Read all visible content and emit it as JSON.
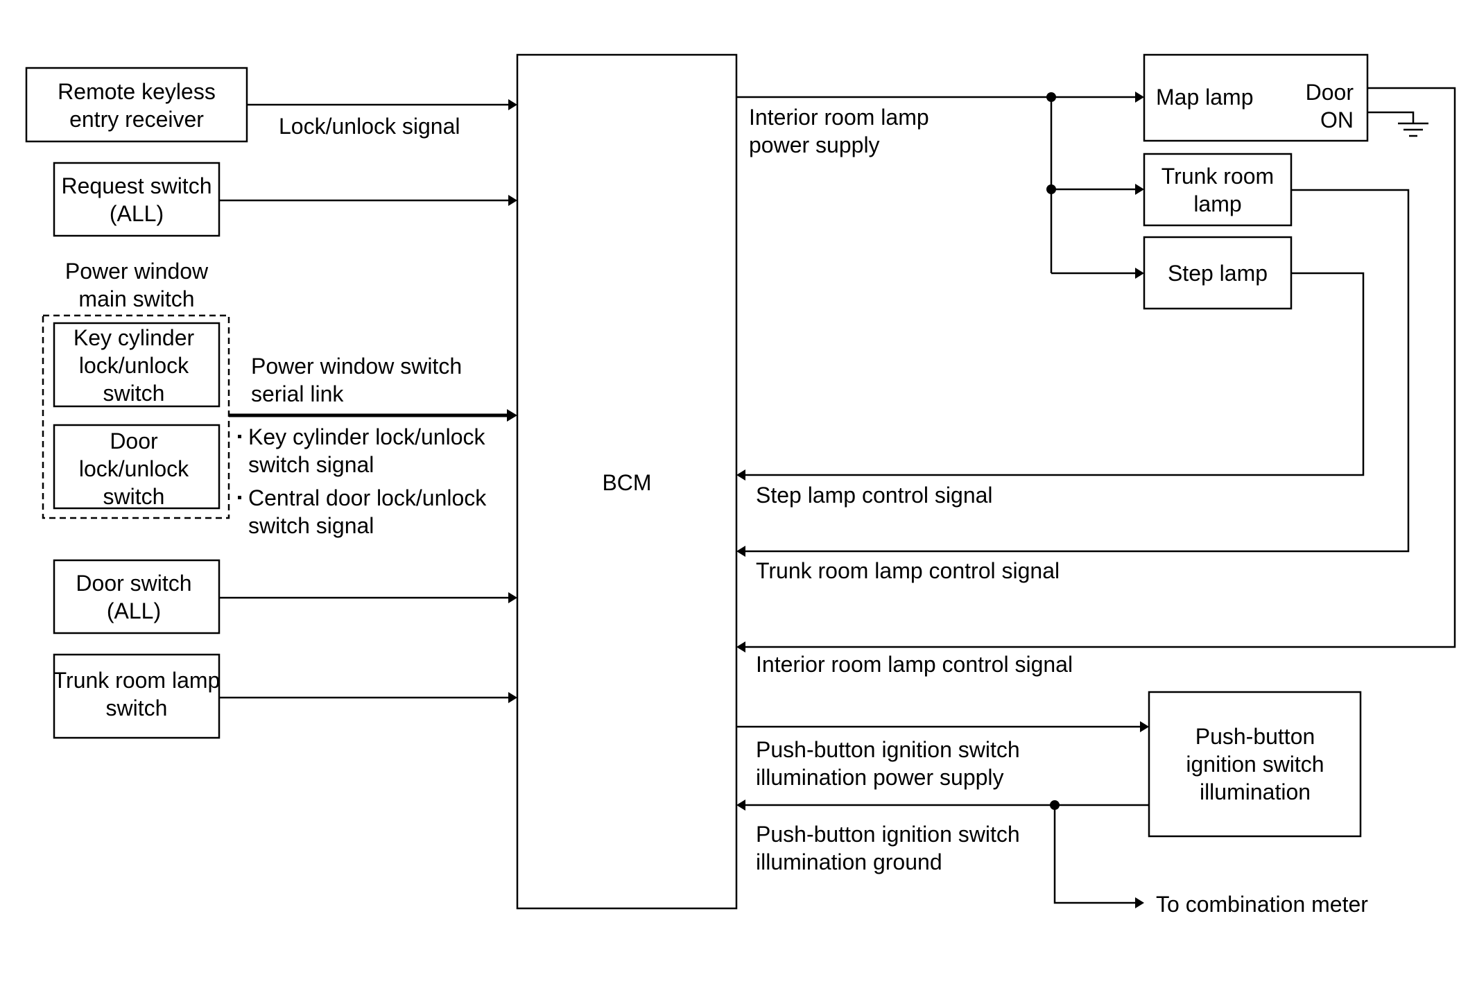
{
  "bcm": {
    "label": "BCM"
  },
  "inputs": {
    "remote_keyless": {
      "line1": "Remote keyless",
      "line2": "entry receiver"
    },
    "lock_unlock_signal": "Lock/unlock signal",
    "request_switch": {
      "line1": "Request switch",
      "line2": "(ALL)"
    },
    "power_window_main": {
      "title1": "Power window",
      "title2": "main switch",
      "key_cylinder": {
        "line1": "Key cylinder",
        "line2": "lock/unlock",
        "line3": "switch"
      },
      "door_lock": {
        "line1": "Door",
        "line2": "lock/unlock",
        "line3": "switch"
      }
    },
    "serial_link": {
      "line1": "Power window switch",
      "line2": "serial link"
    },
    "bullets": [
      {
        "line1": "Key cylinder lock/unlock",
        "line2": "switch signal"
      },
      {
        "line1": "Central door lock/unlock",
        "line2": "switch signal"
      }
    ],
    "door_switch": {
      "line1": "Door switch",
      "line2": "(ALL)"
    },
    "trunk_room_lamp_switch": {
      "line1": "Trunk room lamp",
      "line2": "switch"
    }
  },
  "outputs": {
    "interior_power": {
      "line1": "Interior room lamp",
      "line2": "power supply"
    },
    "map_lamp": {
      "label": "Map lamp",
      "door1": "Door",
      "door2": "ON"
    },
    "trunk_room_lamp": {
      "line1": "Trunk room",
      "line2": "lamp"
    },
    "step_lamp": {
      "label": "Step lamp"
    },
    "step_lamp_signal": "Step lamp control signal",
    "trunk_lamp_signal": "Trunk room lamp control signal",
    "interior_lamp_signal": "Interior room lamp control signal",
    "push_power": {
      "line1": "Push-button ignition switch",
      "line2": "illumination power supply"
    },
    "push_ground": {
      "line1": "Push-button ignition switch",
      "line2": "illumination ground"
    },
    "push_illum": {
      "line1": "Push-button",
      "line2": "ignition switch",
      "line3": "illumination"
    },
    "combination_meter": "To combination meter"
  }
}
